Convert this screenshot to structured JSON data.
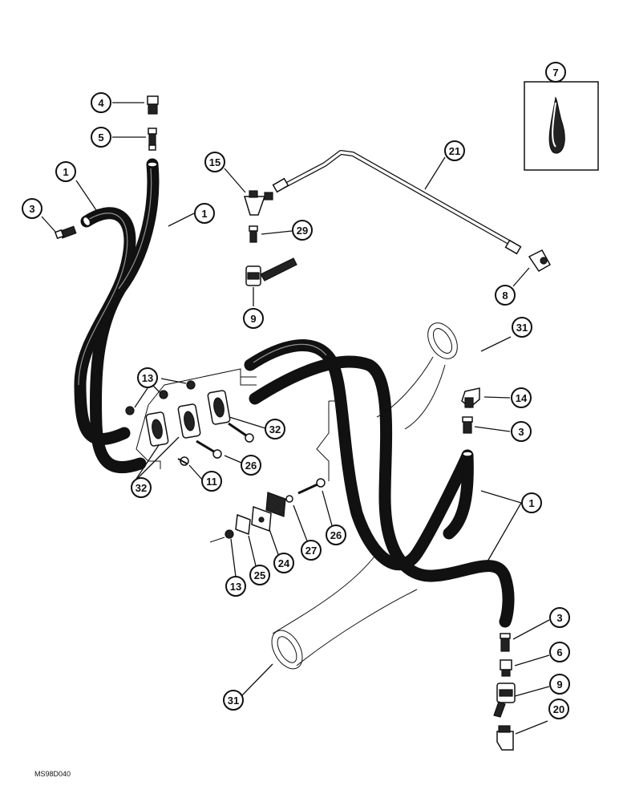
{
  "drawing_code": "MS98D040",
  "callouts": {
    "c1a": "1",
    "c1b": "1",
    "c1c": "1",
    "c3a": "3",
    "c3b": "3",
    "c3c": "3",
    "c4": "4",
    "c5": "5",
    "c6": "6",
    "c7": "7",
    "c8": "8",
    "c9a": "9",
    "c9b": "9",
    "c11": "11",
    "c13a": "13",
    "c13b": "13",
    "c14": "14",
    "c15": "15",
    "c20": "20",
    "c21": "21",
    "c24": "24",
    "c25": "25",
    "c26a": "26",
    "c26b": "26",
    "c27": "27",
    "c29": "29",
    "c31a": "31",
    "c31b": "31",
    "c32a": "32",
    "c32b": "32"
  }
}
